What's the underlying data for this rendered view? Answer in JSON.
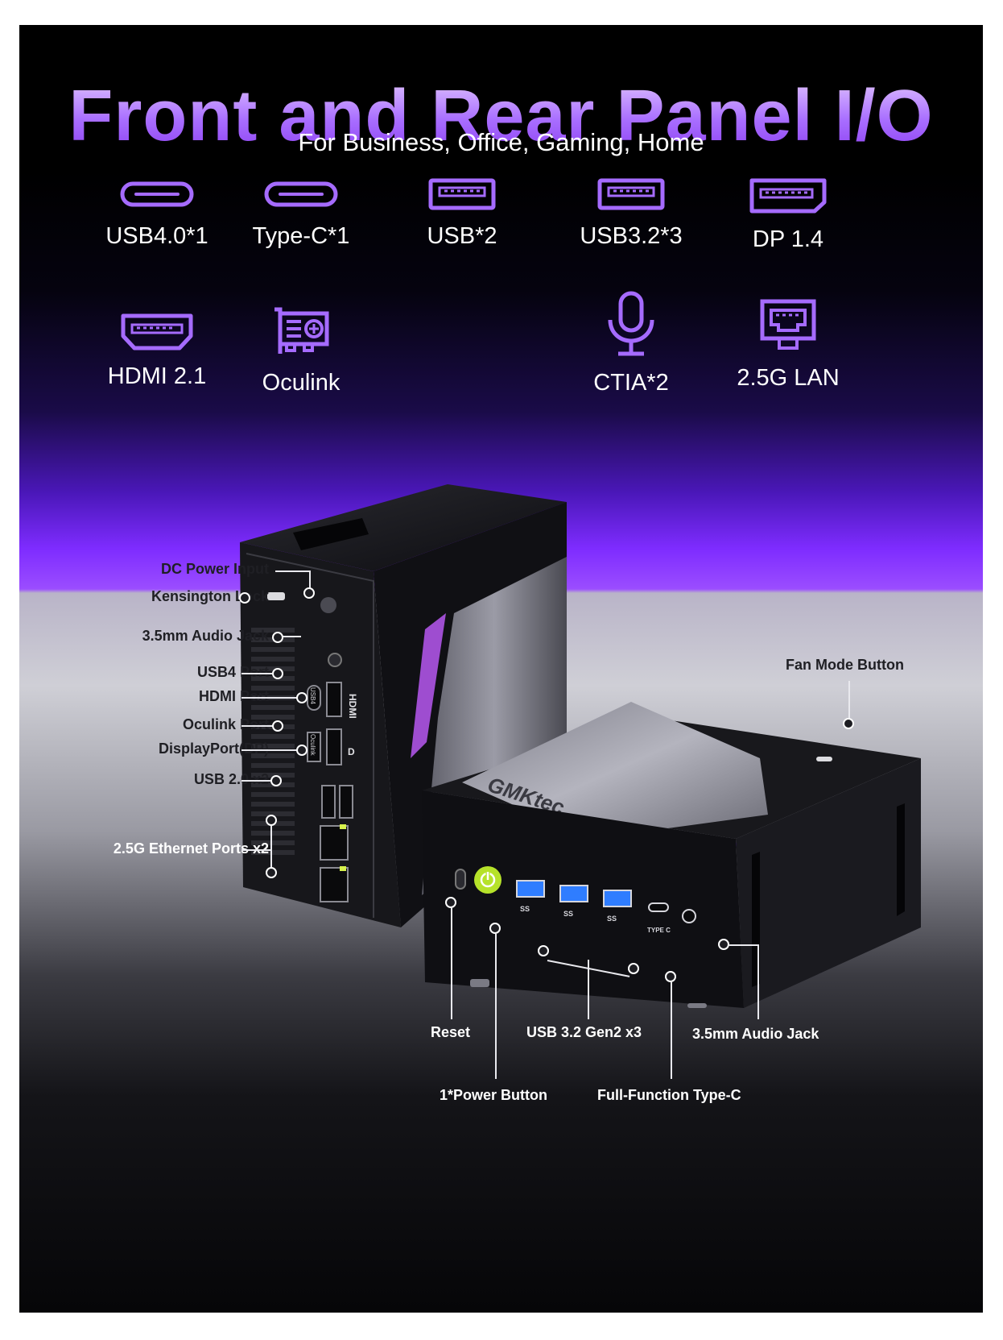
{
  "header": {
    "title": "Front and Rear Panel I/O",
    "subtitle": "For Business, Office, Gaming, Home"
  },
  "features": [
    {
      "label": "USB4.0*1",
      "icon": "usb-c-port-icon"
    },
    {
      "label": "Type-C*1",
      "icon": "usb-c-port-icon"
    },
    {
      "label": "USB*2",
      "icon": "usb-a-port-icon"
    },
    {
      "label": "USB3.2*3",
      "icon": "usb-a-port-icon"
    },
    {
      "label": "DP 1.4",
      "icon": "displayport-icon"
    },
    {
      "label": "HDMI 2.1",
      "icon": "hdmi-port-icon"
    },
    {
      "label": "Oculink",
      "icon": "oculink-card-icon"
    },
    {
      "label": "CTIA*2",
      "icon": "microphone-icon"
    },
    {
      "label": "2.5G LAN",
      "icon": "ethernet-port-icon"
    }
  ],
  "rear_callouts": {
    "dc_power": "DC Power Input",
    "kensington": "Kensington Lock",
    "audio": "3.5mm Audio Jack",
    "usb4": "USB4 Port",
    "hdmi": "HDMI Port",
    "oculink": "Oculink Port",
    "dp": "DisplayPort(DP)",
    "usb2": "USB 2.0 x2",
    "ethernet": "2.5G Ethernet Ports x2"
  },
  "front_callouts": {
    "fan": "Fan Mode Button",
    "reset": "Reset",
    "usb32": "USB 3.2 Gen2 x3",
    "audio": "3.5mm Audio Jack",
    "power": "1*Power Button",
    "typec": "Full-Function Type-C"
  },
  "device": {
    "brand": "GMKtec",
    "rear_port_labels": [
      "HDMI",
      "USB4",
      "Oculink",
      "D"
    ],
    "front_port_labels": [
      "SS",
      "SS",
      "SS",
      "TYPE C"
    ]
  },
  "colors": {
    "accent": "#9b4dff",
    "icon_stroke": "#a56bff",
    "power_button": "#b6e22a",
    "usb3_blue": "#2f7dff"
  }
}
